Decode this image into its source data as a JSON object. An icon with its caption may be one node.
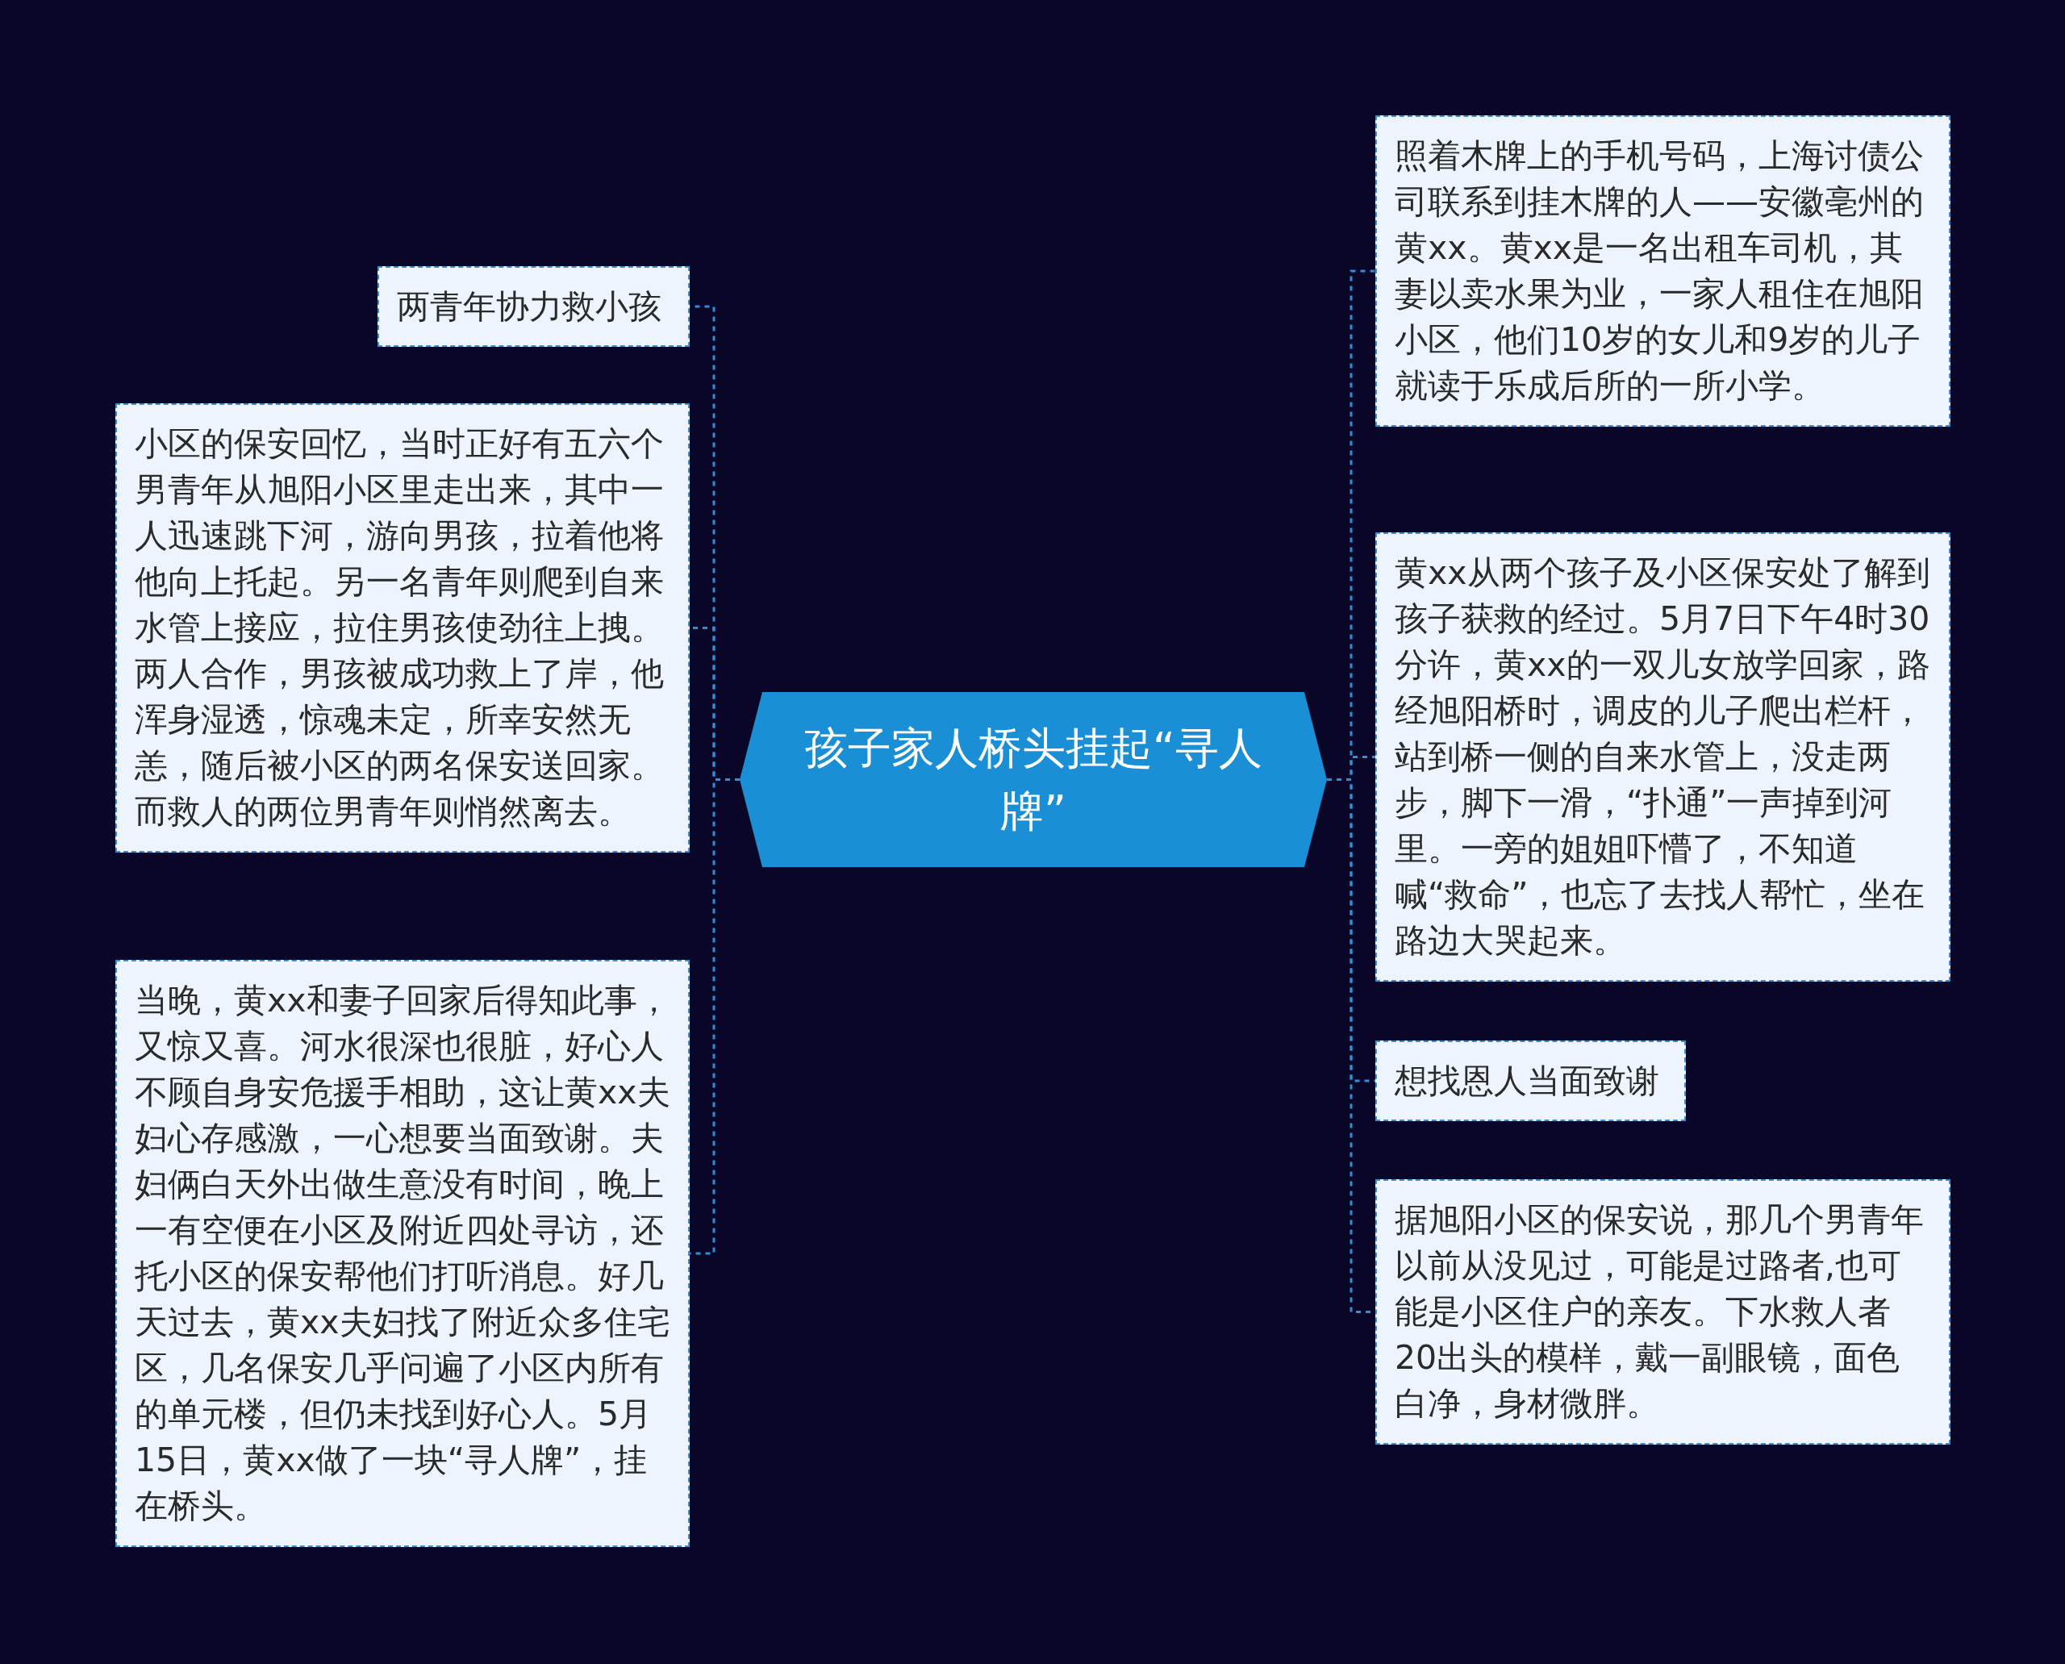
{
  "diagram": {
    "nodes": [
      {
        "text": [
          "孩子家人桥头挂起“寻人牌”"
        ]
      },
      {
        "text": [
          "两青年协力救小孩"
        ]
      },
      {
        "text": [
          "小区的保安回忆，当时正好有五六个男青年从旭阳小区里走出来，其中一人迅速跳下河，游向男孩，拉着他将他向上托起。另一名青年则爬到自来水管上接应，拉住男孩使劲往上拽。两人合作，男孩被成功救上了岸，他浑身湿透，惊魂未定，所幸安然无恙，随后被小区的两名保安送回家。而救人的两位男青年则悄然离去。"
        ]
      },
      {
        "text": [
          "当晚，黄xx和妻子回家后得知此事，又惊又喜。河水很深也很脏，好心人不顾自身安危援手相助，这让黄xx夫妇心存感激，一心想要当面致谢。夫妇俩白天外出做生意没有时间，晚上一有空便在小区及附近四处寻访，还托小区的保安帮他们打听消息。好几天过去，黄xx夫妇找了附近众多住宅区，几名保安几乎问遍了小区内所有的单元楼，但仍未找到好心人。5月15日，黄xx做了一块“寻人牌”，挂在桥头。"
        ]
      },
      {
        "text": [
          "照着木牌上的手机号码，上海讨债公司联系到挂木牌的人——安徽亳州的黄xx。黄xx是一名出租车司机，其妻以卖水果为业，一家人租住在旭阳小区，他们10岁的女儿和9岁的儿子就读于乐成后所的一所小学。"
        ]
      },
      {
        "text": [
          "黄xx从两个孩子及小区保安处了解到孩子获救的经过。5月7日下午4时30分许，黄xx的一双儿女放学回家，路经旭阳桥时，调皮的儿子爬出栏杆，站到桥一侧的自来水管上，没走两步，脚下一滑，“扑通”一声掉到河里。一旁的姐姐吓懵了，不知道喊“救命”，也忘了去找人帮忙，坐在路边大哭起来。"
        ]
      },
      {
        "text": [
          "想找恩人当面致谢"
        ]
      },
      {
        "text": [
          "据旭阳小区的保安说，那几个男青年以前从没见过，可能是过路者,也可能是小区住户的亲友。下水救人者20出头的模样，戴一副眼镜，面色白净，身材微胖。"
        ]
      }
    ],
    "edges": [
      {
        "from": 0,
        "to": 1,
        "arrow": "none",
        "style": "dashed"
      },
      {
        "from": 0,
        "to": 2,
        "arrow": "none",
        "style": "dashed"
      },
      {
        "from": 0,
        "to": 3,
        "arrow": "none",
        "style": "dashed"
      },
      {
        "from": 0,
        "to": 4,
        "arrow": "none",
        "style": "dashed"
      },
      {
        "from": 0,
        "to": 5,
        "arrow": "none",
        "style": "dashed"
      },
      {
        "from": 0,
        "to": 6,
        "arrow": "none",
        "style": "dashed"
      },
      {
        "from": 0,
        "to": 7,
        "arrow": "none",
        "style": "dashed"
      }
    ]
  }
}
